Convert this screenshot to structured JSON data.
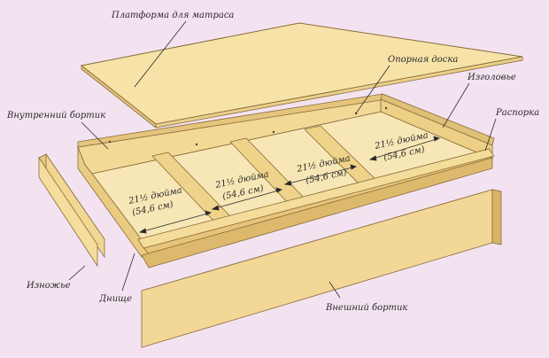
{
  "labels": {
    "mattress_platform": "Платформа для матраса",
    "support_board": "Опорная доска",
    "headboard": "Изголовье",
    "inner_side": "Внутренний бортик",
    "spacer": "Распорка",
    "footboard": "Изножье",
    "bottom": "Днище",
    "outer_side": "Внешний бортик"
  },
  "dimensions": [
    {
      "line1": "21½ дюйма",
      "line2": "(54,6 см)"
    },
    {
      "line1": "21½ дюйма",
      "line2": "(54,6 см)"
    },
    {
      "line1": "21½ дюйма",
      "line2": "(54,6 см)"
    },
    {
      "line1": "21½ дюйма",
      "line2": "(54,6 см)"
    }
  ],
  "colors": {
    "background": "#f3e3f1",
    "wood_light": "#f7e6b0",
    "wood_mid": "#efd592",
    "wood_dark": "#d9b86a",
    "outline": "#8a6a3a"
  }
}
